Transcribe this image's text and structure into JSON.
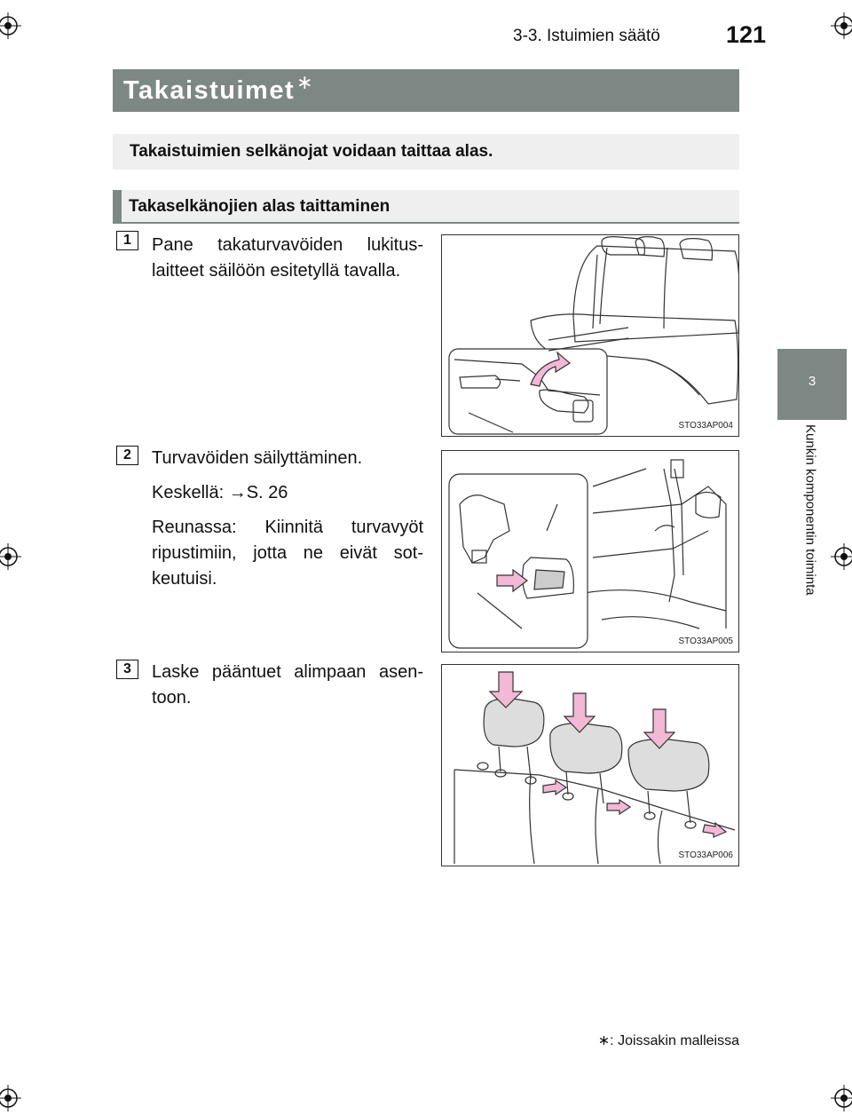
{
  "header": {
    "section": "3-3. Istuimien säätö",
    "page_number": "121"
  },
  "side": {
    "chapter_number": "3",
    "chapter_title": "Kunkin komponentin toiminta"
  },
  "title": {
    "text": "Takaistuimet",
    "asterisk": "∗"
  },
  "intro": "Takaistuimien selkänojat voidaan taittaa alas.",
  "subheading": "Takaselkänojien alas taittaminen",
  "steps": [
    {
      "number": "1",
      "paragraphs": [
        "Pane takaturvavöiden lukitus-laitteet säilöön esitetyllä tavalla."
      ],
      "figure_code": "STO33AP004"
    },
    {
      "number": "2",
      "paragraphs": [
        "Turvavöiden säilyttäminen.",
        "Keskellä: →S. 26",
        "Reunassa: Kiinnitä turvavyöt ripustimiin, jotta ne eivät sot-keutuisi."
      ],
      "figure_code": "STO33AP005"
    },
    {
      "number": "3",
      "paragraphs": [
        "Laske pääntuet alimpaan asen-toon."
      ],
      "figure_code": "STO33AP006"
    }
  ],
  "footnote": "∗: Joissakin malleissa",
  "colors": {
    "bar_gray": "#7d8885",
    "light_gray": "#eeefee",
    "arrow_pink": "#f4b8d7"
  }
}
